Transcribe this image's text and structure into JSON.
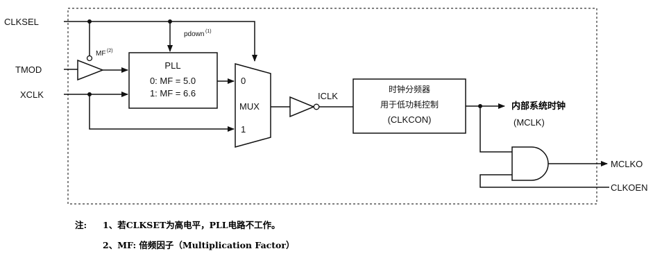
{
  "inputs": {
    "clksel": "CLKSEL",
    "tmod": "TMOD",
    "xclk": "XCLK"
  },
  "signals": {
    "mf": "MF",
    "mf_note_ref": "(2)",
    "pdown": "pdown",
    "pdown_note_ref": "(1)",
    "iclk": "ICLK"
  },
  "pll": {
    "title": "PLL",
    "line1": "0: MF = 5.0",
    "line2": "1: MF = 6.6"
  },
  "mux": {
    "input0": "0",
    "label": "MUX",
    "input1": "1"
  },
  "divider": {
    "line1": "时钟分频器",
    "line2": "用于低功耗控制",
    "line3": "(CLKCON)"
  },
  "outputs": {
    "internal_clock": "内部系统时钟",
    "mclk": "(MCLK)",
    "mclko": "MCLKO",
    "clkoen": "CLKOEN"
  },
  "notes": {
    "prefix": "注:",
    "note1": "1、若CLKSET为高电平，PLL电路不工作。",
    "note2": "2、MF: 倍频因子（Multiplication Factor）"
  }
}
